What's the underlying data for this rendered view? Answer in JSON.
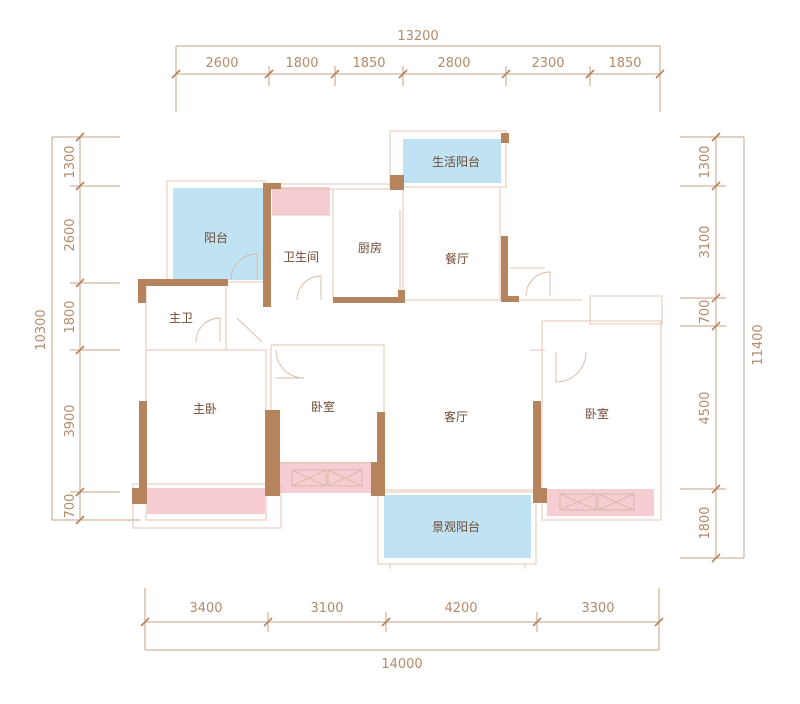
{
  "dimensions": {
    "top_total": "13200",
    "top_segments": [
      "2600",
      "1800",
      "1850",
      "2800",
      "2300",
      "1850"
    ],
    "bottom_total": "14000",
    "bottom_segments": [
      "3400",
      "3100",
      "4200",
      "3300"
    ],
    "left_total": "10300",
    "left_segments": [
      "1300",
      "2600",
      "1800",
      "3900",
      "700"
    ],
    "right_total": "11400",
    "right_segments": [
      "1300",
      "3100",
      "700",
      "4500",
      "1800"
    ]
  },
  "rooms": {
    "service_balcony": "生活阳台",
    "balcony": "阳台",
    "bathroom": "卫生间",
    "kitchen": "厨房",
    "dining": "餐厅",
    "master_bath": "主卫",
    "master_bedroom": "主卧",
    "bedroom_middle": "卧室",
    "living": "客厅",
    "bedroom_right": "卧室",
    "view_balcony": "景观阳台"
  },
  "colors": {
    "wall": "#b5835c",
    "balcony_fill": "#bfe3f3",
    "window_fill": "#f6cdd2",
    "dimension_line": "#c6a184",
    "text": "#6f4a34"
  }
}
